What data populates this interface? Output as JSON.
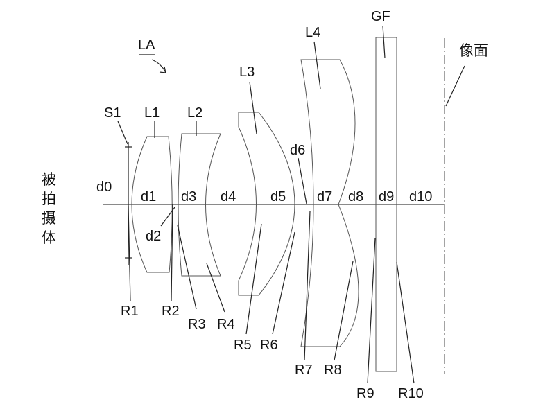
{
  "assembly_label": "LA",
  "stop_label": "S1",
  "object_side_label": [
    "被",
    "拍",
    "摄",
    "体"
  ],
  "image_plane_label": "像面",
  "lenses": {
    "l1": "L1",
    "l2": "L2",
    "l3": "L3",
    "l4": "L4",
    "gf": "GF"
  },
  "distances": {
    "d0": "d0",
    "d1": "d1",
    "d2": "d2",
    "d3": "d3",
    "d4": "d4",
    "d5": "d5",
    "d6": "d6",
    "d7": "d7",
    "d8": "d8",
    "d9": "d9",
    "d10": "d10"
  },
  "surfaces": {
    "r1": "R1",
    "r2": "R2",
    "r3": "R3",
    "r4": "R4",
    "r5": "R5",
    "r6": "R6",
    "r7": "R7",
    "r8": "R8",
    "r9": "R9",
    "r10": "R10"
  }
}
